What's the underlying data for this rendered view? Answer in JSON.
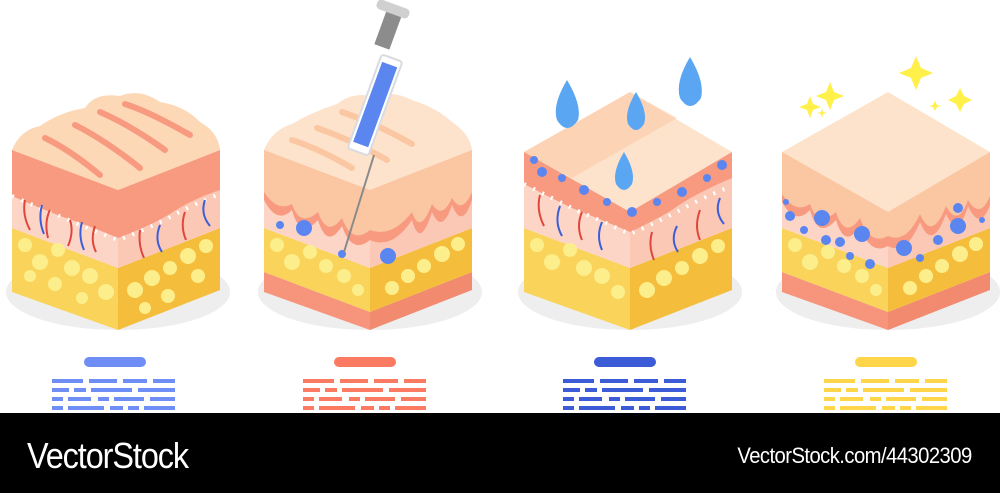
{
  "illustration": {
    "subject": "isometric skin cross-section cubes",
    "panels": [
      {
        "id": "wrinkled-skin",
        "state": "aged, wrinkled epidermis",
        "accent_color": "#6f8ef5",
        "overlay": "none"
      },
      {
        "id": "injection",
        "state": "filler injection with syringe",
        "accent_color": "#fb7a62",
        "overlay": "syringe"
      },
      {
        "id": "hydration",
        "state": "moisturized skin with water drops",
        "accent_color": "#3c5bd6",
        "overlay": "water-drops"
      },
      {
        "id": "smooth-skin",
        "state": "rejuvenated smooth skin",
        "accent_color": "#ffd54a",
        "overlay": "sparkles"
      }
    ],
    "colors": {
      "epidermis_top": "#fde3cc",
      "epidermis_side": "#fbc7a2",
      "wrinkle": "#f7957c",
      "dermis": "#fdd5c7",
      "fat": "#f9d35a",
      "fat_cell": "#fdee8c",
      "vein_red": "#e0463b",
      "vein_blue": "#3b5fd8",
      "bubble": "#5b86f0",
      "drop": "#5aa6f2",
      "sparkle": "#fff04a",
      "shadow": "#efefef"
    }
  },
  "footer": {
    "brand": "VectorStock",
    "stock_id": "VectorStock.com/44302309"
  }
}
